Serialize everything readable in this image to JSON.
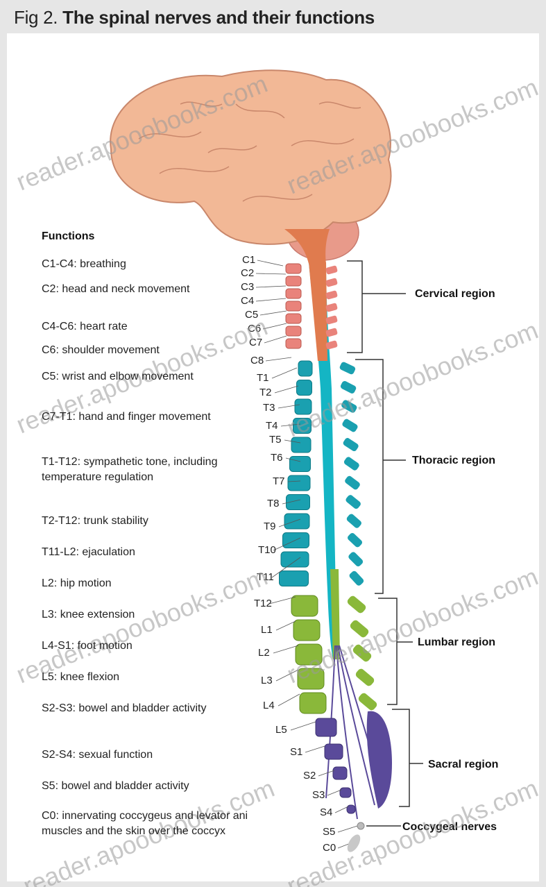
{
  "figure": {
    "number": "Fig 2.",
    "title": "The spinal nerves and their functions"
  },
  "functions": {
    "heading": "Functions",
    "items": [
      "C1-C4: breathing",
      "C2: head and neck movement",
      "C4-C6: heart rate",
      "C6: shoulder movement",
      "C5: wrist and elbow movement",
      "C7-T1: hand and finger movement",
      "T1-T12: sympathetic tone, including temperature regulation",
      "T2-T12: trunk stability",
      "T11-L2: ejaculation",
      "L2: hip motion",
      "L3: knee extension",
      "L4-S1: foot motion",
      "L5: knee flexion",
      "S2-S3: bowel and bladder activity",
      "S2-S4: sexual function",
      "S5: bowel and bladder activity",
      "C0: innervating coccygeus and levator ani muscles and the skin over the coccyx"
    ]
  },
  "nerves": [
    "C1",
    "C2",
    "C3",
    "C4",
    "C5",
    "C6",
    "C7",
    "C8",
    "T1",
    "T2",
    "T3",
    "T4",
    "T5",
    "T6",
    "T7",
    "T8",
    "T9",
    "T10",
    "T11",
    "T12",
    "L1",
    "L2",
    "L3",
    "L4",
    "L5",
    "S1",
    "S2",
    "S3",
    "S4",
    "S5",
    "C0"
  ],
  "regions": {
    "cervical": "Cervical region",
    "thoracic": "Thoracic region",
    "lumbar": "Lumbar region",
    "sacral": "Sacral region",
    "coccygeal": "Coccygeal nerves"
  },
  "watermark": "reader.apooobooks.com",
  "colors": {
    "brain": "#f2b896",
    "cerebellum": "#e89a8a",
    "brainstem": "#e07b4e",
    "cervical": "#e9837b",
    "thoracic": "#1aa0b0",
    "lumbar": "#8ab83a",
    "sacral": "#5a4a9a",
    "cord": "#14b5c4"
  }
}
